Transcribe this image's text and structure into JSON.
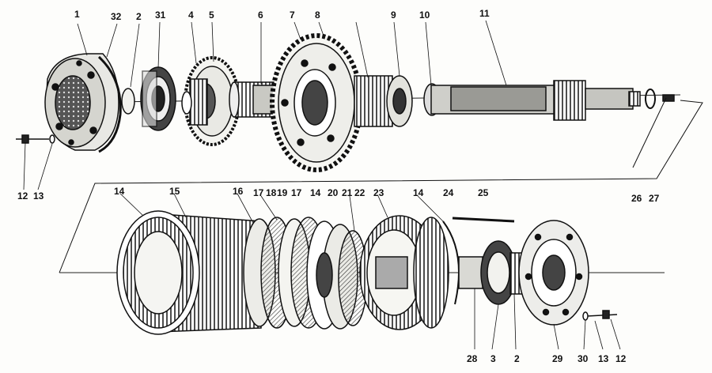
{
  "labels": [
    {
      "id": "l-1",
      "text": "1"
    },
    {
      "id": "l-32",
      "text": "32"
    },
    {
      "id": "l-2a",
      "text": "2"
    },
    {
      "id": "l-31",
      "text": "31"
    },
    {
      "id": "l-4",
      "text": "4"
    },
    {
      "id": "l-5",
      "text": "5"
    },
    {
      "id": "l-6",
      "text": "6"
    },
    {
      "id": "l-7",
      "text": "7"
    },
    {
      "id": "l-8",
      "text": "8"
    },
    {
      "id": "l-9",
      "text": "9"
    },
    {
      "id": "l-10",
      "text": "10"
    },
    {
      "id": "l-11",
      "text": "11"
    },
    {
      "id": "l-12a",
      "text": "12"
    },
    {
      "id": "l-13a",
      "text": "13"
    },
    {
      "id": "l-26",
      "text": "26"
    },
    {
      "id": "l-27",
      "text": "27"
    },
    {
      "id": "l-14a",
      "text": "14"
    },
    {
      "id": "l-15",
      "text": "15"
    },
    {
      "id": "l-16",
      "text": "16"
    },
    {
      "id": "l-17a",
      "text": "17"
    },
    {
      "id": "l-18",
      "text": "18"
    },
    {
      "id": "l-19",
      "text": "19"
    },
    {
      "id": "l-17b",
      "text": "17"
    },
    {
      "id": "l-14b",
      "text": "14"
    },
    {
      "id": "l-20",
      "text": "20"
    },
    {
      "id": "l-21",
      "text": "21"
    },
    {
      "id": "l-22",
      "text": "22"
    },
    {
      "id": "l-23",
      "text": "23"
    },
    {
      "id": "l-14c",
      "text": "14"
    },
    {
      "id": "l-24",
      "text": "24"
    },
    {
      "id": "l-25",
      "text": "25"
    },
    {
      "id": "l-28",
      "text": "28"
    },
    {
      "id": "l-3",
      "text": "3"
    },
    {
      "id": "l-2b",
      "text": "2"
    },
    {
      "id": "l-29",
      "text": "29"
    },
    {
      "id": "l-30",
      "text": "30"
    },
    {
      "id": "l-13b",
      "text": "13"
    },
    {
      "id": "l-12b",
      "text": "12"
    }
  ],
  "colors": {
    "ink": "#1a1a1a",
    "paper": "#fdfdfb",
    "shade": "#6b6b6b"
  }
}
